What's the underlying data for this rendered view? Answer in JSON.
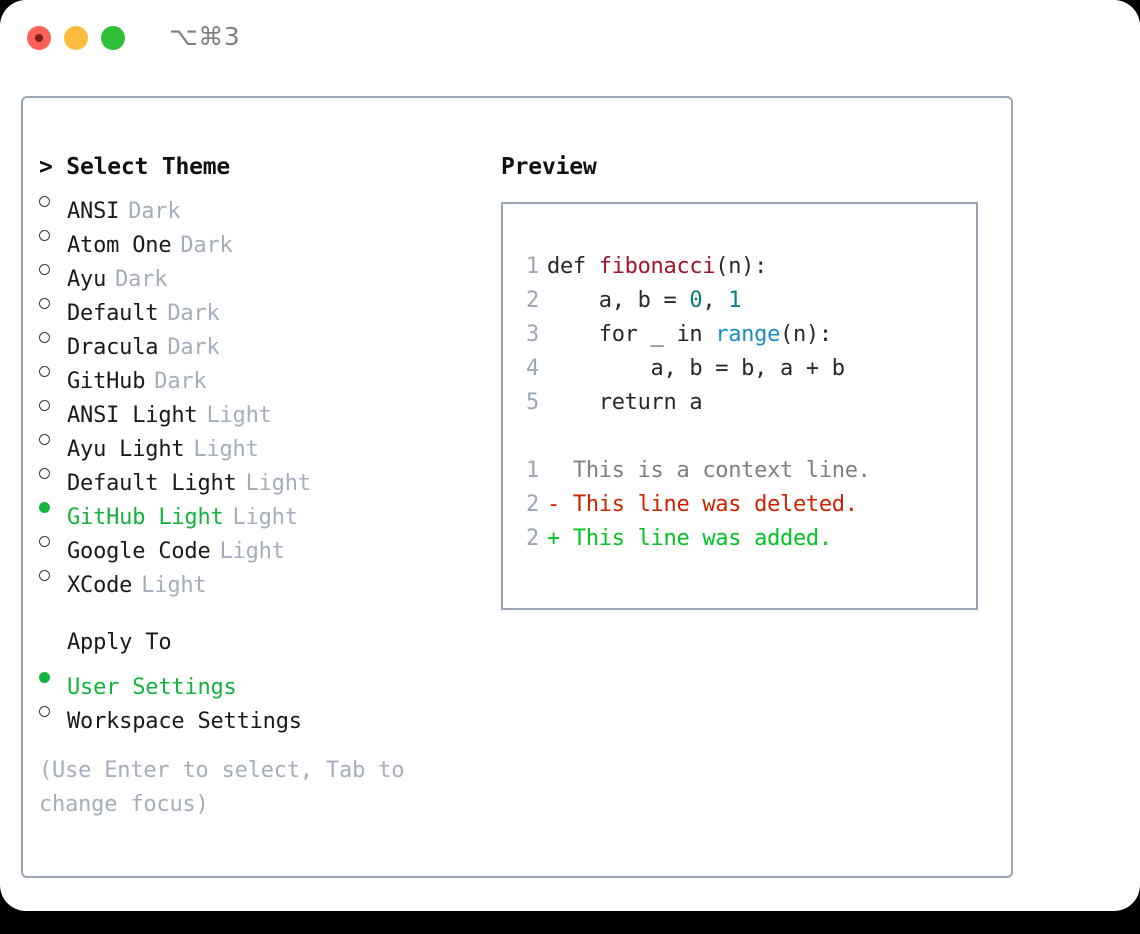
{
  "titlebar": {
    "shortcut": "⌥⌘3",
    "lights": [
      "close-red",
      "minimize-yellow",
      "maximize-green"
    ]
  },
  "theme_panel": {
    "title": "> Select Theme",
    "items": [
      {
        "label": "ANSI",
        "variant": "Dark",
        "selected": false
      },
      {
        "label": "Atom One",
        "variant": "Dark",
        "selected": false
      },
      {
        "label": "Ayu",
        "variant": "Dark",
        "selected": false
      },
      {
        "label": "Default",
        "variant": "Dark",
        "selected": false
      },
      {
        "label": "Dracula",
        "variant": "Dark",
        "selected": false
      },
      {
        "label": "GitHub",
        "variant": "Dark",
        "selected": false
      },
      {
        "label": "ANSI Light",
        "variant": "Light",
        "selected": false
      },
      {
        "label": "Ayu Light",
        "variant": "Light",
        "selected": false
      },
      {
        "label": "Default Light",
        "variant": "Light",
        "selected": false
      },
      {
        "label": "GitHub Light",
        "variant": "Light",
        "selected": true
      },
      {
        "label": "Google Code",
        "variant": "Light",
        "selected": false
      },
      {
        "label": "XCode",
        "variant": "Light",
        "selected": false
      }
    ]
  },
  "apply_to": {
    "title": "Apply To",
    "options": [
      {
        "label": "User Settings",
        "selected": true
      },
      {
        "label": "Workspace Settings",
        "selected": false
      }
    ]
  },
  "hint": "(Use Enter to select, Tab to change focus)",
  "preview": {
    "title": "Preview",
    "code_lines": [
      {
        "lineno": "1",
        "tokens": [
          {
            "text": "def ",
            "type": "kw"
          },
          {
            "text": "fibonacci",
            "type": "fn"
          },
          {
            "text": "(n):",
            "type": "plain"
          }
        ]
      },
      {
        "lineno": "2",
        "tokens": [
          {
            "text": "    a, b = ",
            "type": "plain"
          },
          {
            "text": "0",
            "type": "num"
          },
          {
            "text": ", ",
            "type": "plain"
          },
          {
            "text": "1",
            "type": "num"
          }
        ]
      },
      {
        "lineno": "3",
        "tokens": [
          {
            "text": "    for _ in ",
            "type": "kw"
          },
          {
            "text": "range",
            "type": "call"
          },
          {
            "text": "(n):",
            "type": "plain"
          }
        ]
      },
      {
        "lineno": "4",
        "tokens": [
          {
            "text": "        a, b = b, a + b",
            "type": "plain"
          }
        ]
      },
      {
        "lineno": "5",
        "tokens": [
          {
            "text": "    return a",
            "type": "kw"
          }
        ]
      }
    ],
    "diff_lines": [
      {
        "lineno": "1",
        "kind": "context",
        "text": "  This is a context line."
      },
      {
        "lineno": "2",
        "kind": "del",
        "text": "- This line was deleted."
      },
      {
        "lineno": "2",
        "kind": "add",
        "text": "+ This line was added."
      }
    ]
  },
  "colors": {
    "accent_green": "#12b33f",
    "muted": "#a4adbb",
    "border": "#9aa5b5",
    "diff_add": "#00c522",
    "diff_del": "#cc2200",
    "syntax_function": "#a0142c",
    "syntax_number": "#0a7d7d",
    "syntax_call": "#1a8fc0"
  }
}
